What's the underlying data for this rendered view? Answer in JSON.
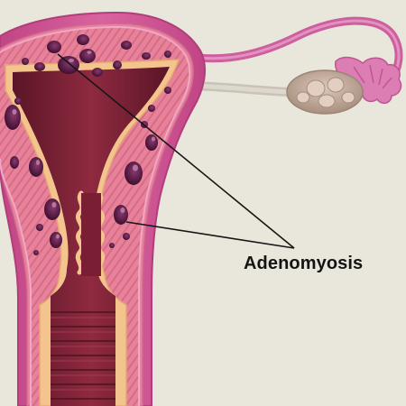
{
  "label": "Adenomyosis",
  "colors": {
    "background": "#e9e7dc",
    "outer_wall": "#c9508e",
    "outer_wall_light": "#df7fb1",
    "muscle": "#e7829a",
    "muscle_stripe": "#d4647f",
    "lining": "#f4c48f",
    "cavity": "#7a1f33",
    "cavity_dark": "#4e1220",
    "cyst": "#5b1a45",
    "cyst_highlight": "#c48ab0",
    "ovary": "#cbb3a3",
    "ovary_dark": "#a88f80",
    "tube": "#d87bb0",
    "pointer_line": "#161616",
    "text": "#141414"
  },
  "icons": [
    "uterus-illustration",
    "ovary-illustration",
    "fallopian-tube-illustration"
  ]
}
